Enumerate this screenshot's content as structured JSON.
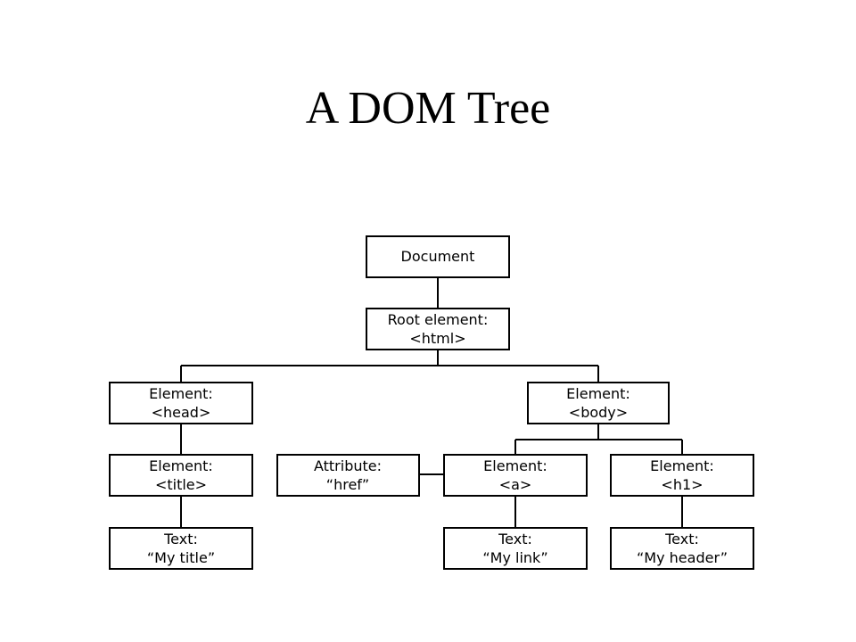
{
  "slide": {
    "title": "A DOM Tree"
  },
  "tree": {
    "document": {
      "line1": "Document"
    },
    "root": {
      "line1": "Root element:",
      "line2": "<html>"
    },
    "head": {
      "line1": "Element:",
      "line2": "<head>"
    },
    "body": {
      "line1": "Element:",
      "line2": "<body>"
    },
    "title": {
      "line1": "Element:",
      "line2": "<title>"
    },
    "attribute": {
      "line1": "Attribute:",
      "line2": "“href”"
    },
    "a": {
      "line1": "Element:",
      "line2": "<a>"
    },
    "h1": {
      "line1": "Element:",
      "line2": "<h1>"
    },
    "title_text": {
      "line1": "Text:",
      "line2": "“My title”"
    },
    "link_text": {
      "line1": "Text:",
      "line2": "“My link”"
    },
    "header_text": {
      "line1": "Text:",
      "line2": "“My header”"
    }
  }
}
